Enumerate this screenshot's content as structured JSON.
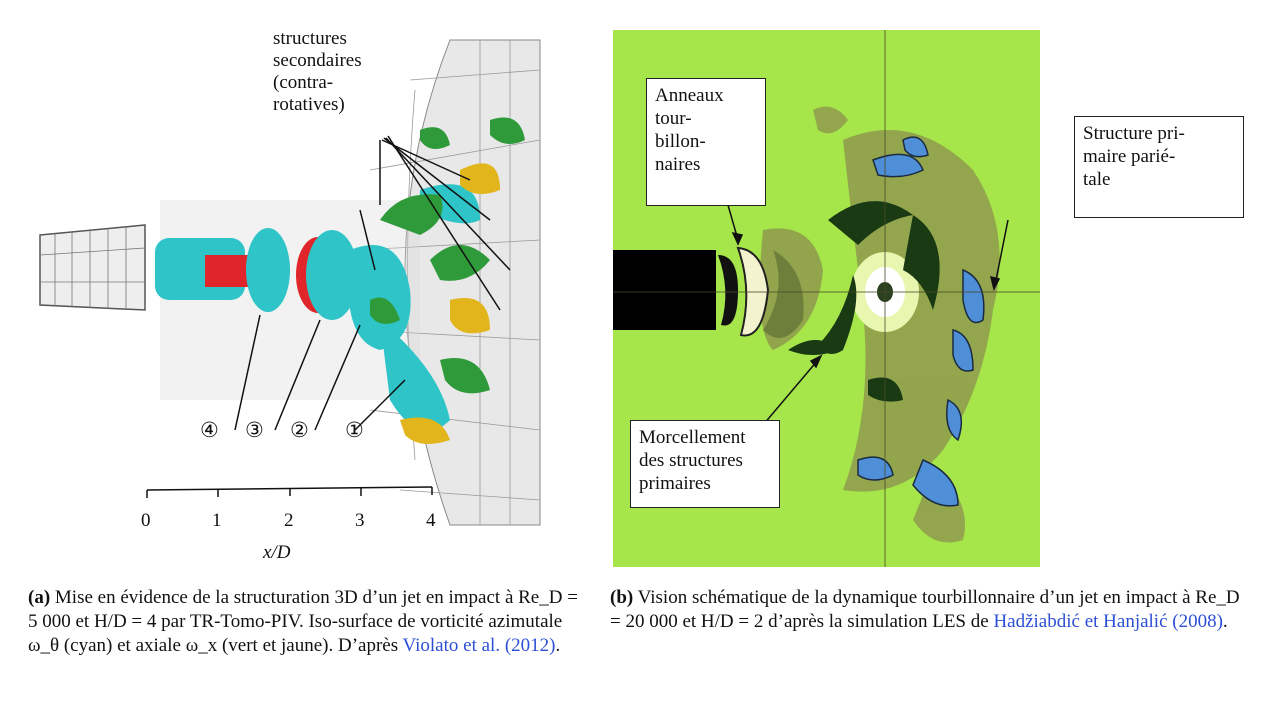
{
  "panel_a": {
    "title_label": [
      "structures",
      "secondaires",
      "(contra-",
      "rotatives)"
    ],
    "markers": [
      "④",
      "③",
      "②",
      "①"
    ],
    "axis_ticks": [
      "0",
      "1",
      "2",
      "3",
      "4"
    ],
    "axis_label": "x/D",
    "caption": {
      "tag": "(a)",
      "text": "Mise en évidence de la structuration 3D d’un jet en impact à Re_D = 5 000 et H/D = 4 par TR-Tomo-PIV. Iso-surface de vorticité azimutale ω_θ (cyan) et axiale ω_x (vert et jaune). D’après ",
      "citation": "Violato et al. (2012)",
      "end": "."
    },
    "colors": {
      "azimuthal": "#2ec4c8",
      "axial_green": "#2e9a3a",
      "axial_yellow": "#e2b51c",
      "core": "#e0262a"
    }
  },
  "panel_b": {
    "callouts": {
      "anneaux": [
        "Anneaux",
        "tour-",
        "billon-",
        "naires"
      ],
      "structure": [
        "Structure pri-",
        "maire parié-",
        "tale"
      ],
      "morcellement": [
        "Morcellement",
        "des structures",
        "primaires"
      ]
    },
    "caption": {
      "tag": "(b)",
      "text": "Vision schématique de la dynamique tourbillonnaire d’un jet en impact à Re_D = 20 000 et H/D = 2 d’après la simulation LES de ",
      "citation": "Hadžiabdić et Hanjalić (2008)",
      "end": "."
    },
    "colors": {
      "background": "#a6e64a",
      "olive": "#8f9a4e",
      "primary": "#4f8fd8",
      "dark": "#1a3a14"
    }
  }
}
